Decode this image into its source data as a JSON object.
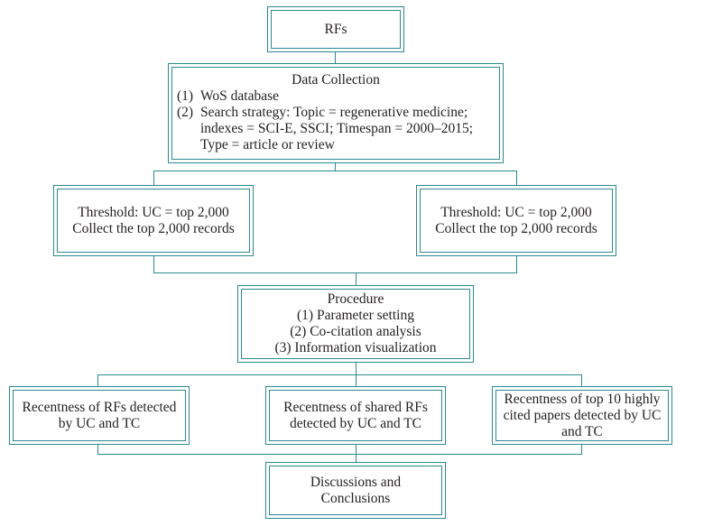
{
  "rfs": {
    "label": "RFs"
  },
  "data_collection": {
    "title": "Data Collection",
    "items": [
      {
        "num": "(1)",
        "text": "WoS database"
      },
      {
        "num": "(2)",
        "text": "Search strategy: Topic = regenerative medicine; indexes = SCI-E, SSCI; Timespan = 2000–2015; Type = article or review"
      }
    ]
  },
  "threshold_left": {
    "line1": "Threshold: UC = top 2,000",
    "line2": "Collect the top 2,000 records"
  },
  "threshold_right": {
    "line1": "Threshold: UC = top 2,000",
    "line2": "Collect the top 2,000 records"
  },
  "procedure": {
    "title": "Procedure",
    "items": [
      "(1) Parameter setting",
      "(2) Co-citation analysis",
      "(3) Information visualization"
    ]
  },
  "recentness_left": {
    "text": "Recentness of RFs detected by UC and TC"
  },
  "recentness_mid": {
    "text": "Recentness of shared RFs detected by UC and TC"
  },
  "recentness_right": {
    "text": "Recentness of top 10 highly cited papers detected by UC and TC"
  },
  "conclusions": {
    "text": "Discussions and Conclusions"
  }
}
